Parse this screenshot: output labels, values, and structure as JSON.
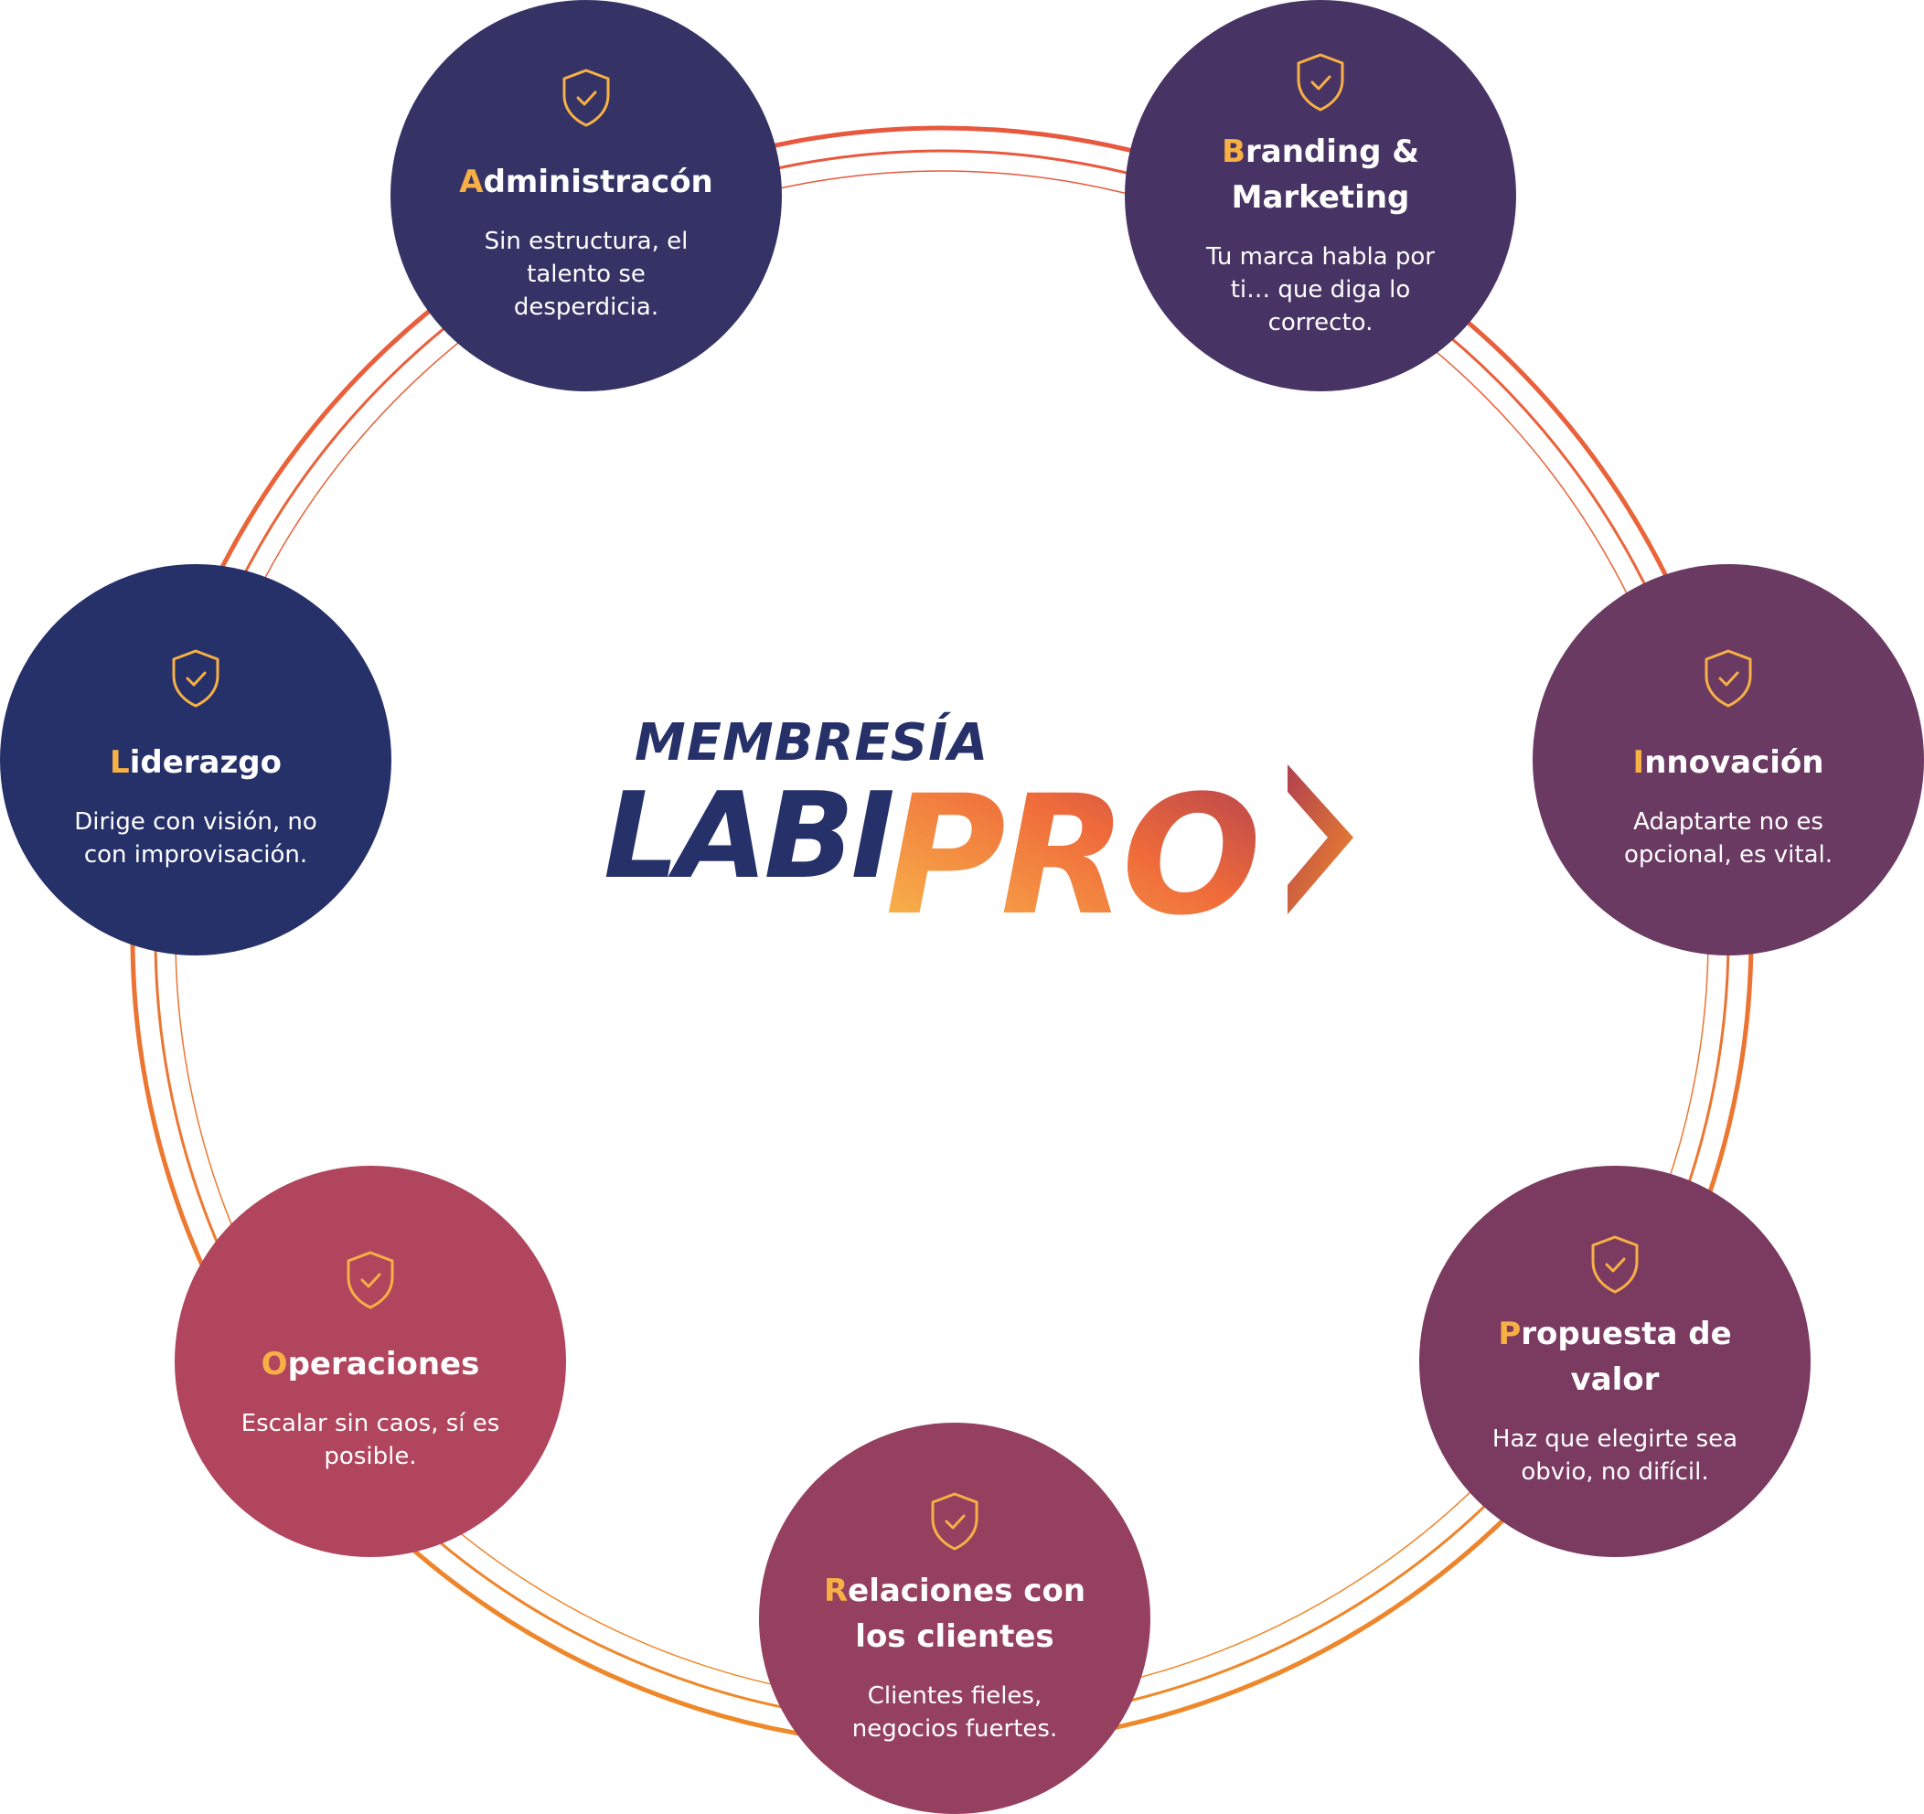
{
  "logo": {
    "line1": "MEMBRESÍA",
    "line2a": "LABI",
    "line2b": "PRO",
    "colors": {
      "navy": "#263069",
      "grad_start": "#F9BE4D",
      "grad_mid": "#EF6B3A",
      "grad_end": "#B1404F"
    }
  },
  "ring": {
    "colors": [
      "#E8583E",
      "#EE8A2A"
    ]
  },
  "nodes": [
    {
      "initial": "A",
      "rest": "dministracón",
      "title2": "",
      "desc": [
        "Sin estructura, el",
        "talento se",
        "desperdicia."
      ],
      "icon": "shield-check-icon",
      "color": "#353366"
    },
    {
      "initial": "B",
      "rest": "randing &",
      "title2": "Marketing",
      "desc": [
        "Tu marca habla por",
        "ti… que diga lo",
        "correcto."
      ],
      "icon": "shield-check-icon",
      "color": "#483464"
    },
    {
      "initial": "I",
      "rest": "nnovación",
      "title2": "",
      "desc": [
        "Adaptarte no es",
        "opcional, es vital."
      ],
      "icon": "shield-check-icon",
      "color": "#6A3A62"
    },
    {
      "initial": "P",
      "rest": "ropuesta de",
      "title2": "valor",
      "desc": [
        "Haz que elegirte sea",
        "obvio, no difícil."
      ],
      "icon": "shield-check-icon",
      "color": "#7B3A60"
    },
    {
      "initial": "R",
      "rest": "elaciones con",
      "title2": "los clientes",
      "desc": [
        "Clientes fieles,",
        "negocios fuertes."
      ],
      "icon": "shield-check-icon",
      "color": "#95405E"
    },
    {
      "initial": "O",
      "rest": "peraciones",
      "title2": "",
      "desc": [
        "Escalar sin caos, sí es",
        "posible."
      ],
      "icon": "shield-check-icon",
      "color": "#B0455D"
    },
    {
      "initial": "L",
      "rest": "iderazgo",
      "title2": "",
      "desc": [
        "Dirige con visión, no",
        "con improvisación."
      ],
      "icon": "shield-check-icon",
      "color": "#263069"
    }
  ]
}
